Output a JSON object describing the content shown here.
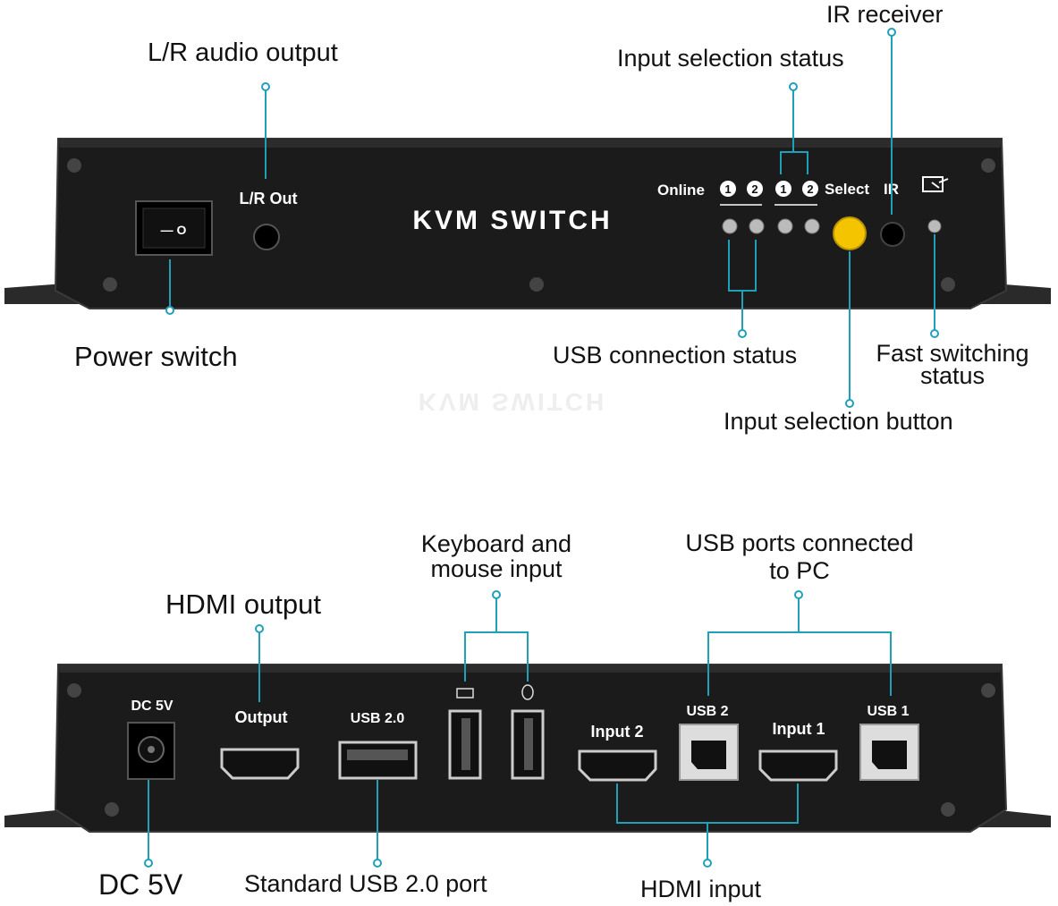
{
  "front": {
    "device_title": "KVM SWITCH",
    "panel": {
      "lr_out": "L/R Out",
      "online": "Online",
      "num1": "1",
      "num2": "2",
      "select": "Select",
      "ir": "IR",
      "power_switch_mark": "— O"
    },
    "labels": {
      "lr_audio_output": "L/R audio output",
      "input_selection_status": "Input selection status",
      "ir_receiver": "IR receiver",
      "power_switch": "Power switch",
      "usb_connection_status": "USB connection status",
      "fast_switching_status_1": "Fast switching",
      "fast_switching_status_2": "status",
      "input_selection_button": "Input selection button"
    }
  },
  "back": {
    "panel": {
      "dc5v": "DC 5V",
      "output": "Output",
      "usb20": "USB 2.0",
      "input2": "Input 2",
      "usb2": "USB 2",
      "input1": "Input 1",
      "usb1": "USB 1"
    },
    "labels": {
      "hdmi_output": "HDMI output",
      "keyboard_mouse_1": "Keyboard and",
      "keyboard_mouse_2": "mouse input",
      "usb_ports_pc_1": "USB ports connected",
      "usb_ports_pc_2": "to PC",
      "dc_5v": "DC 5V",
      "standard_usb": "Standard USB 2.0 port",
      "hdmi_input": "HDMI input"
    }
  },
  "colors": {
    "device_body": "#1b1b1b",
    "device_edge": "#3a3a3a",
    "select_button": "#f5c400",
    "callout_line": "#20a0b8"
  }
}
